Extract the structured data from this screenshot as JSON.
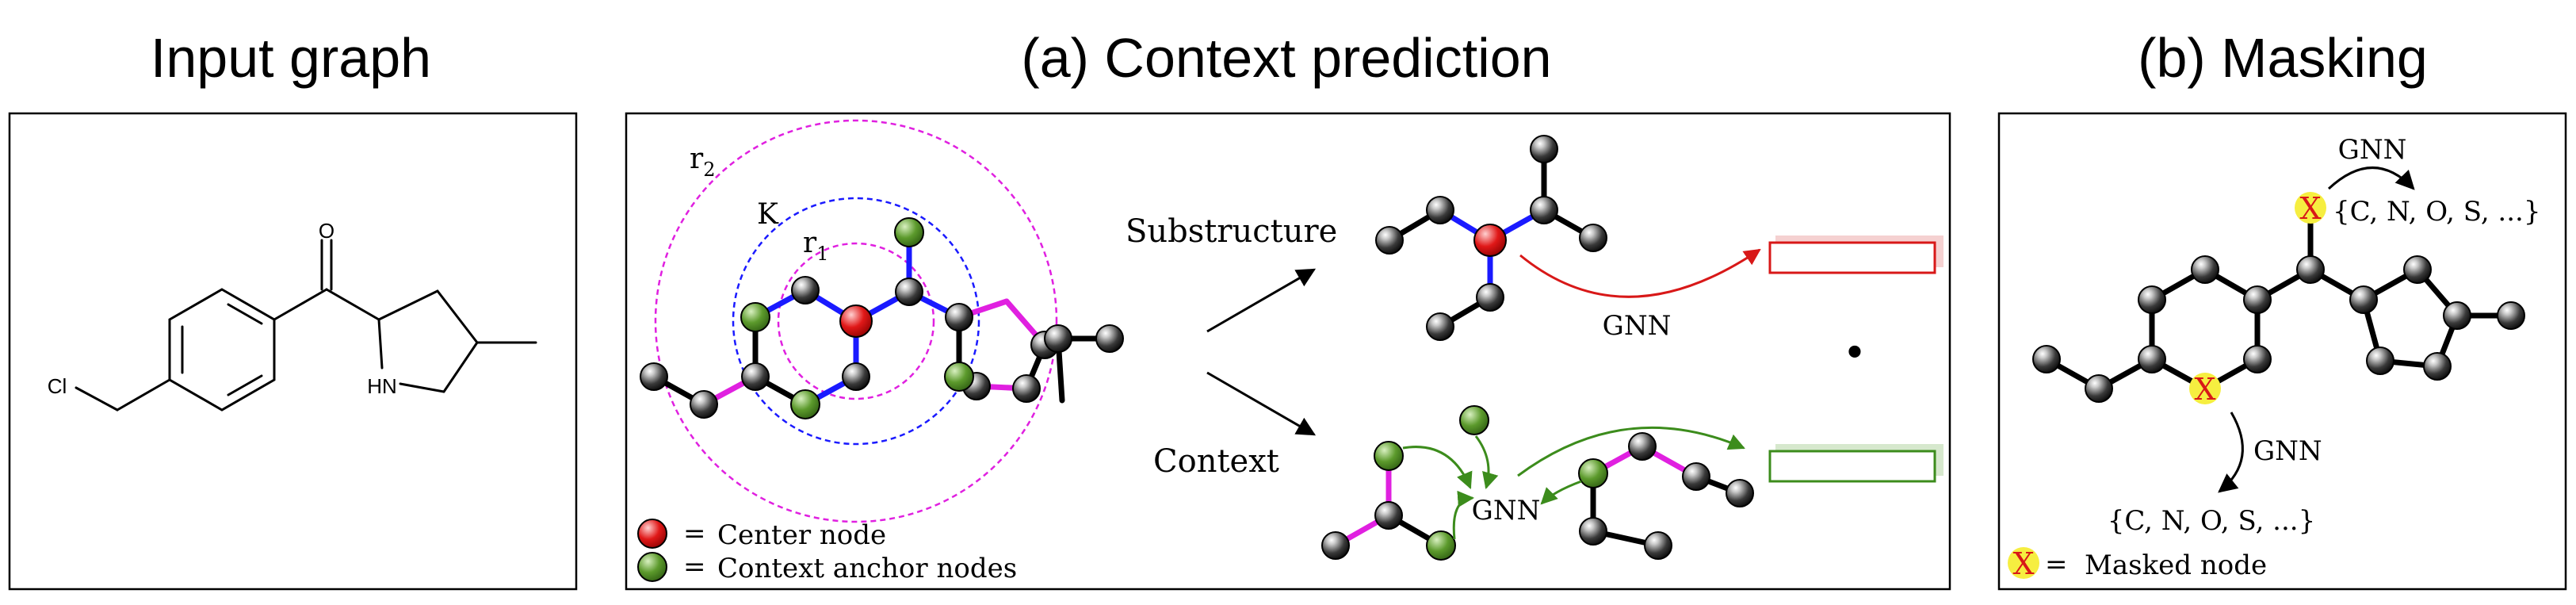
{
  "panels": {
    "input": {
      "title": "Input graph",
      "atoms": {
        "o": "O",
        "cl": "Cl",
        "nh": "HN"
      }
    },
    "context": {
      "title": "(a) Context prediction",
      "labels": {
        "r2": "r",
        "r2_sub": "2",
        "k": "K",
        "r1": "r",
        "r1_sub": "1"
      },
      "substructure_label": "Substructure",
      "context_label": "Context",
      "gnn": "GNN",
      "gnn_context": "GNN",
      "dot": "•",
      "legend": {
        "center_eq": "=",
        "center_label": "Center node",
        "anchor_eq": "=",
        "anchor_label": "Context anchor nodes"
      }
    },
    "masking": {
      "title": "(b) Masking",
      "gnn_top": "GNN",
      "set_top": "{C, N, O, S, ...}",
      "gnn_bottom": "GNN",
      "set_bottom": "{C, N, O, S, ...}",
      "mask_symbol": "X",
      "legend_eq": "=",
      "legend_label": "Masked node"
    }
  },
  "colors": {
    "bond_black": "#000000",
    "bond_blue": "#1a1aff",
    "bond_magenta": "#e020e0",
    "center_red": "#e01818",
    "anchor_green": "#4a8a20",
    "arrow_red": "#d81818",
    "arrow_green": "#3c8c1c",
    "mask_yellow": "#f6ee40"
  }
}
